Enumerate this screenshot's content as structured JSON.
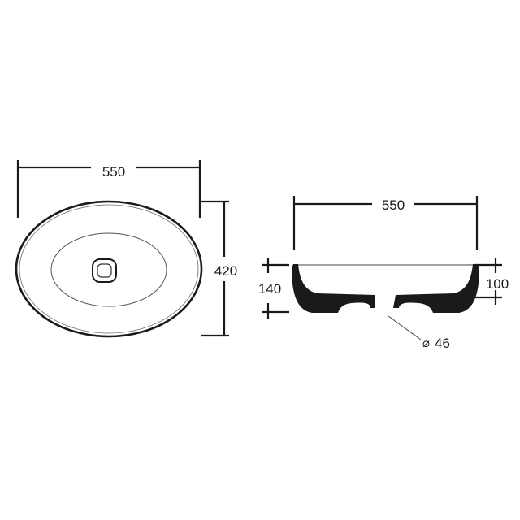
{
  "top_view": {
    "width_label": "550",
    "depth_label": "420"
  },
  "side_view": {
    "width_label": "550",
    "total_height_label": "140",
    "basin_height_label": "100",
    "drain_diameter_symbol": "⌀",
    "drain_diameter_value": "46"
  },
  "colors": {
    "line": "#1a1a1a",
    "fill": "#1a1a1a",
    "background": "#ffffff"
  }
}
